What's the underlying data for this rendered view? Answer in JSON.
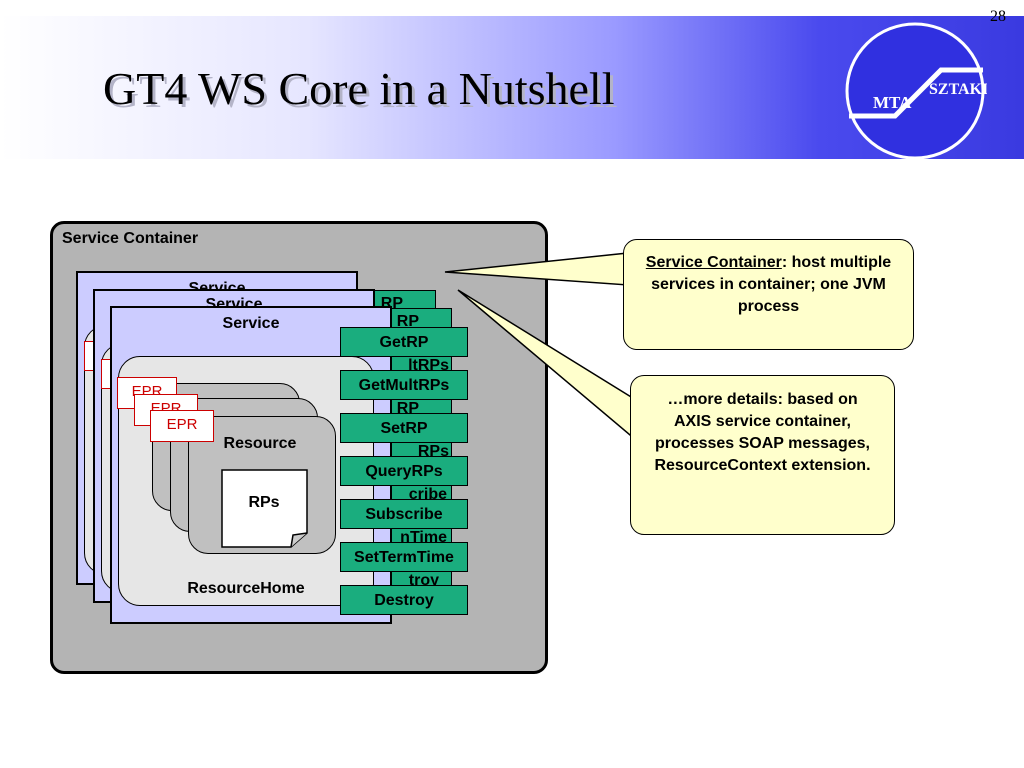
{
  "slide": {
    "page_number": "28",
    "title": "GT4 WS Core in a Nutshell",
    "logo": {
      "left_text": "MTA",
      "right_text": "SZTAKI",
      "color": "#3030e0"
    }
  },
  "diagram": {
    "container_label": "Service Container",
    "service_labels": [
      "Service",
      "Service",
      "Service"
    ],
    "epr_label": "EPR",
    "resource_label": "Resource",
    "rps_label": "RPs",
    "resourcehome_label": "ResourceHome",
    "operations": [
      "GetRP",
      "GetMultRPs",
      "SetRP",
      "QueryRPs",
      "Subscribe",
      "SetTermTime",
      "Destroy"
    ],
    "back_operations": [
      "RP",
      "RP",
      "ltRPs",
      "RP",
      "RPs",
      "cribe",
      "nTime",
      "troy"
    ]
  },
  "callouts": {
    "container": {
      "term": "Service Container",
      "rest": ": host multiple services in container; one JVM process"
    },
    "details": {
      "text": "…more details: based on AXIS service container, processes SOAP messages, ResourceContext extension."
    }
  },
  "colors": {
    "service_fill": "#ccccff",
    "operation_fill": "#1aad7e",
    "epr_border": "#cc0000",
    "callout_fill": "#ffffcc"
  }
}
